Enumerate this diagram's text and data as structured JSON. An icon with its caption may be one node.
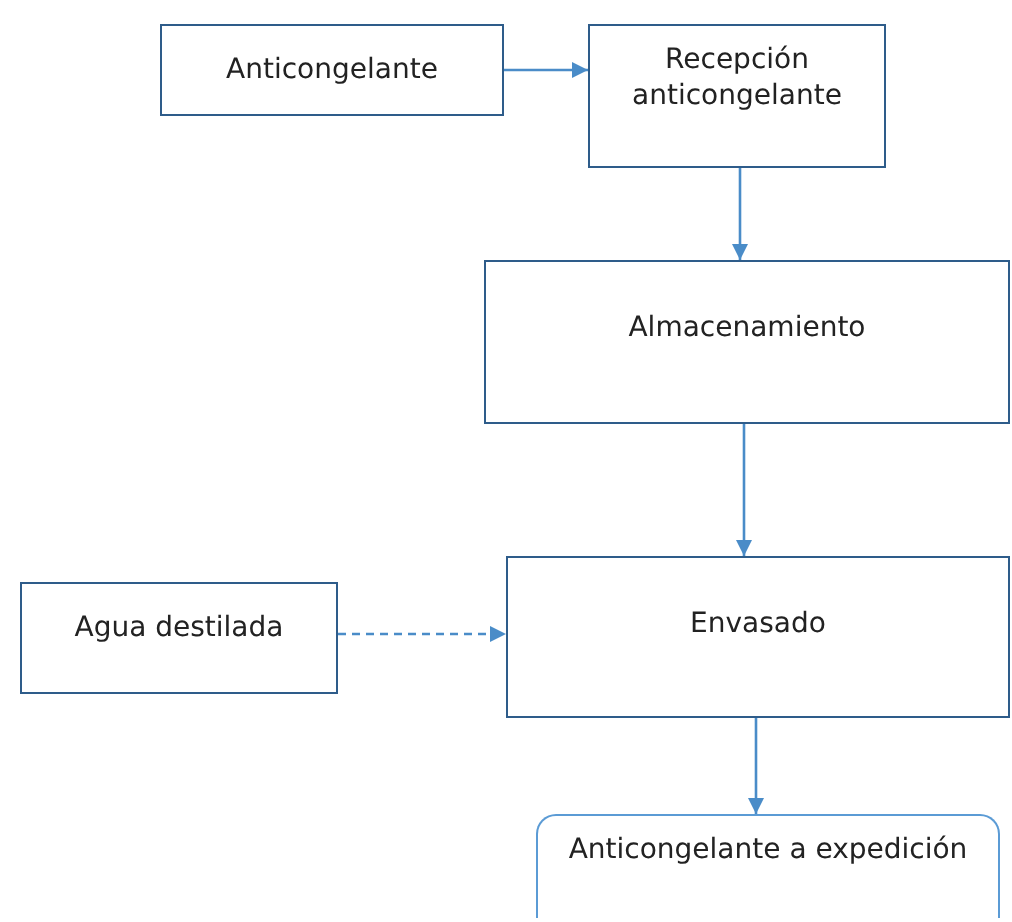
{
  "diagram": {
    "nodes": [
      {
        "text": [
          "Anticongelante"
        ]
      },
      {
        "text": [
          "Recepción anticongelante"
        ]
      },
      {
        "text": [
          "Almacenamiento"
        ]
      },
      {
        "text": [
          "Agua destilada"
        ]
      },
      {
        "text": [
          "Envasado"
        ]
      },
      {
        "text": [
          "Anticongelante a expedición"
        ]
      }
    ],
    "edges": [
      {
        "from": 0,
        "to": 1,
        "arrow": "to"
      },
      {
        "from": 1,
        "to": 2,
        "arrow": "to"
      },
      {
        "from": 2,
        "to": 4,
        "arrow": "to"
      },
      {
        "from": 3,
        "to": 4,
        "arrow": "to",
        "style": "dashed"
      },
      {
        "from": 4,
        "to": 5,
        "arrow": "to"
      }
    ]
  }
}
